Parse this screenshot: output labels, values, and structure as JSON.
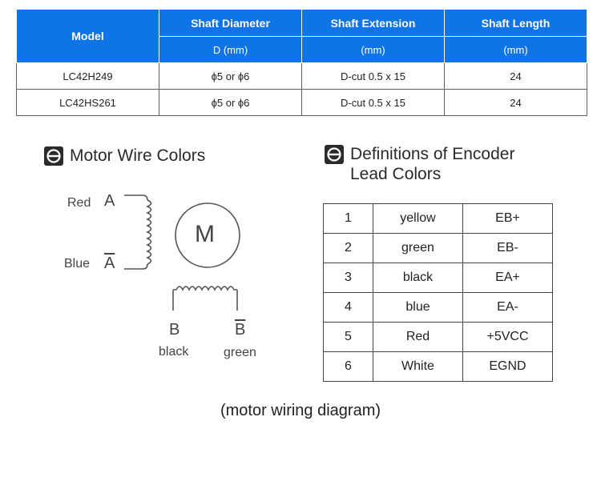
{
  "spec_table": {
    "header_model": "Model",
    "header_cols": [
      "Shaft Diameter",
      "Shaft Extension",
      "Shaft Length"
    ],
    "header_units": [
      "D (mm)",
      "(mm)",
      "(mm)"
    ],
    "rows": [
      {
        "model": "LC42H249",
        "diameter": "ϕ5 or ϕ6",
        "extension": "D-cut 0.5 x 15",
        "length": "24"
      },
      {
        "model": "LC42HS261",
        "diameter": "ϕ5 or ϕ6",
        "extension": "D-cut 0.5 x 15",
        "length": "24"
      }
    ],
    "header_color": "#0f74e6"
  },
  "motor_wire": {
    "title": "Motor Wire Colors",
    "motor_label": "M",
    "red_label": "Red",
    "a_label": "A",
    "blue_label": "Blue",
    "abar_label": "A",
    "b_label": "B",
    "bbar_label": "B",
    "black_label": "black",
    "green_label": "green"
  },
  "encoder": {
    "title_line1": "Definitions of Encoder",
    "title_line2": "Lead Colors",
    "rows": [
      {
        "num": "1",
        "color": "yellow",
        "signal": "EB+"
      },
      {
        "num": "2",
        "color": "green",
        "signal": "EB-"
      },
      {
        "num": "3",
        "color": "black",
        "signal": "EA+"
      },
      {
        "num": "4",
        "color": "blue",
        "signal": "EA-"
      },
      {
        "num": "5",
        "color": "Red",
        "signal": "+5VCC"
      },
      {
        "num": "6",
        "color": "White",
        "signal": "EGND"
      }
    ]
  },
  "caption": "(motor wiring diagram)"
}
